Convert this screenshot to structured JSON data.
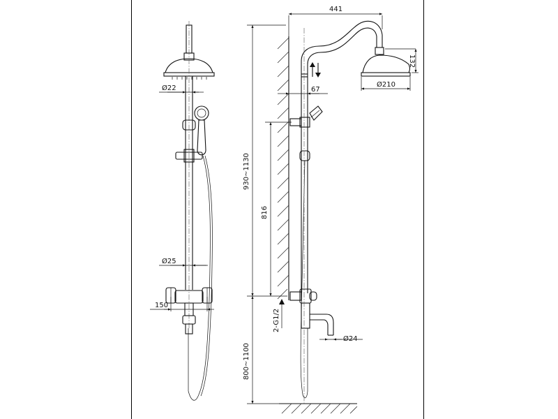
{
  "drawing": {
    "dimensions": {
      "d441": "441",
      "d132": "132",
      "d210": "Ø210",
      "d67": "67",
      "d22": "Ø22",
      "d930_1130": "930~1130",
      "d816": "816",
      "d25": "Ø25",
      "d150": "150",
      "dG12": "2-G1/2",
      "d24": "Ø24",
      "d800_1100": "800~1100"
    },
    "symbols": {
      "adjust_arrows": "arrows-up-down-icon"
    }
  }
}
